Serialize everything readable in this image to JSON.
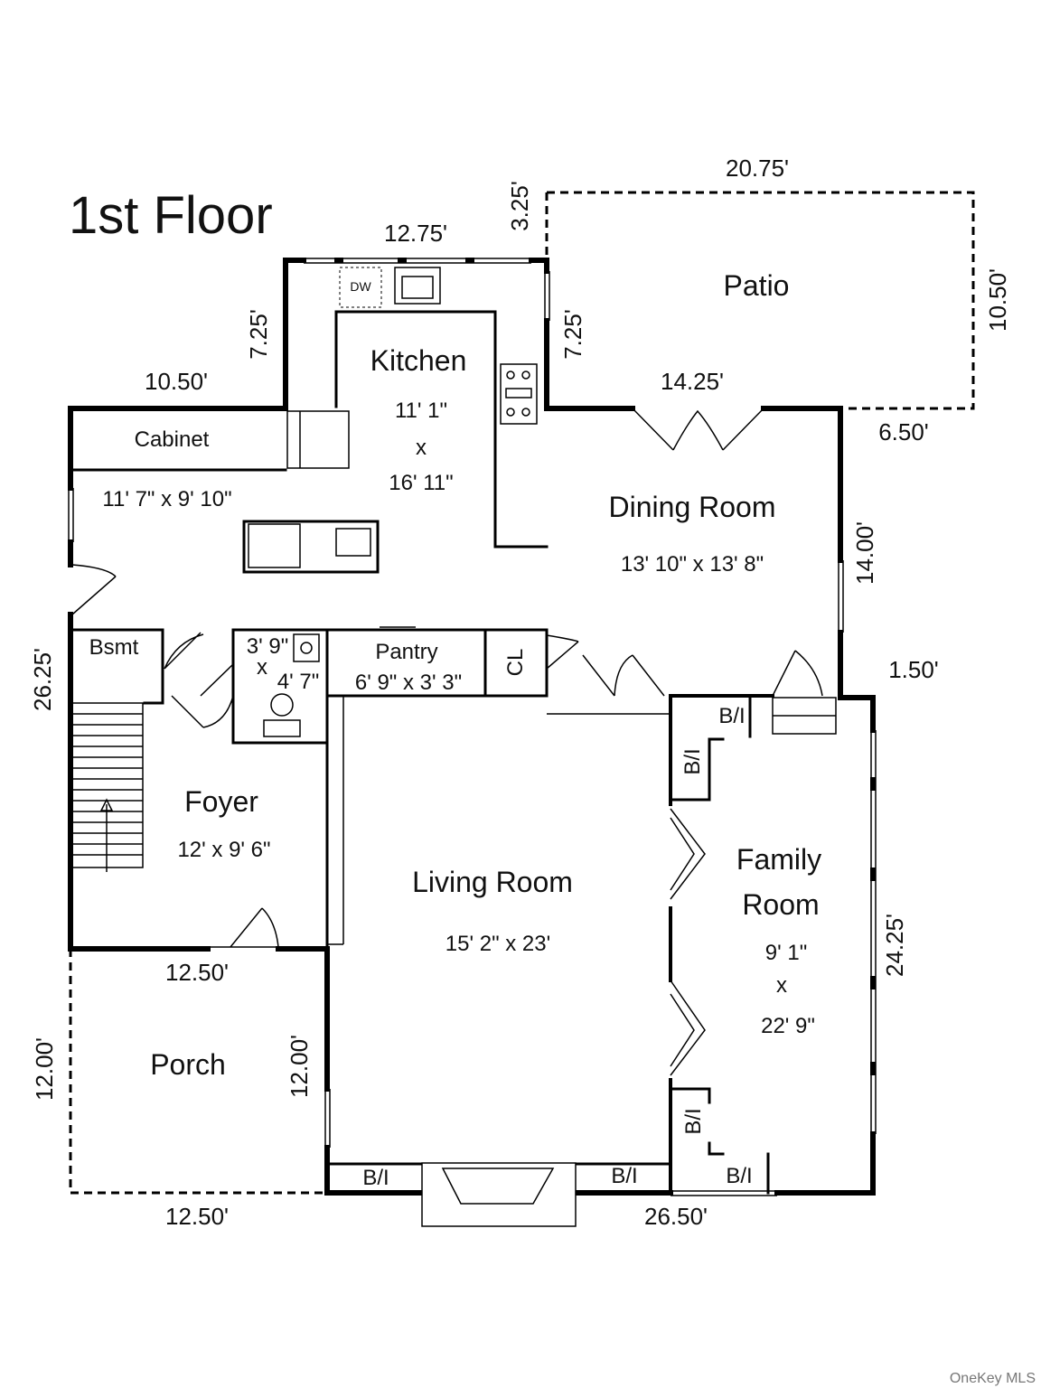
{
  "title": "1st Floor",
  "rooms": {
    "kitchen": {
      "name": "Kitchen",
      "w": "11' 1\"",
      "x": "x",
      "h": "16' 11\""
    },
    "cabinet": {
      "name": "Cabinet",
      "size": "11' 7\" x 9' 10\""
    },
    "dining": {
      "name": "Dining Room",
      "size": "13' 10\" x 13' 8\""
    },
    "patio": {
      "name": "Patio"
    },
    "bsmt": {
      "name": "Bsmt"
    },
    "bath": {
      "w": "3' 9\"",
      "x": "x",
      "h": "4' 7\""
    },
    "pantry": {
      "name": "Pantry",
      "size": "6' 9\" x 3' 3\""
    },
    "closet": {
      "name": "CL"
    },
    "foyer": {
      "name": "Foyer",
      "size": "12' x 9' 6\""
    },
    "living": {
      "name": "Living Room",
      "size": "15' 2\" x 23'"
    },
    "family": {
      "name1": "Family",
      "name2": "Room",
      "w": "9' 1\"",
      "x": "x",
      "h": "22' 9\""
    },
    "porch": {
      "name": "Porch"
    }
  },
  "fixtures": {
    "dw": "DW",
    "bi": "B/I"
  },
  "dims": {
    "kitchen_top": "12.75'",
    "patio_top": "20.75'",
    "patio_offset": "3.25'",
    "patio_side": "10.50'",
    "kitchen_left": "7.25'",
    "kitchen_right": "7.25'",
    "cabinet_top": "10.50'",
    "dining_top": "14.25'",
    "dining_right_offset": "6.50'",
    "dining_side": "14.00'",
    "step": "1.50'",
    "left_side": "26.25'",
    "family_side": "24.25'",
    "foyer_bottom": "12.50'",
    "porch_bottom": "12.50'",
    "porch_left": "12.00'",
    "porch_right": "12.00'",
    "bottom": "26.50'"
  },
  "credit": "OneKey MLS"
}
